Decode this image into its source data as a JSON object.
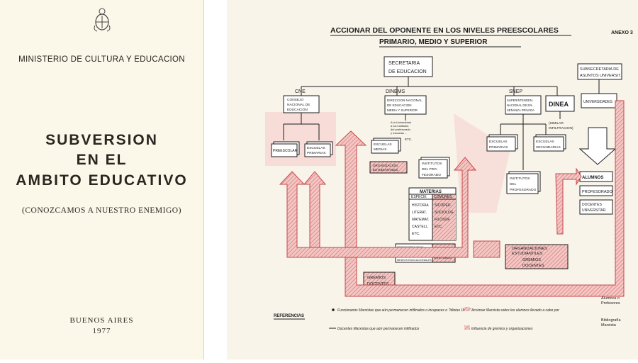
{
  "cover": {
    "ministry": "MINISTERIO DE CULTURA Y EDUCACION",
    "title_lines": [
      "SUBVERSION",
      "EN EL",
      "AMBITO EDUCATIVO"
    ],
    "subtitle": "(CONOZCAMOS A NUESTRO ENEMIGO)",
    "place": "BUENOS AIRES",
    "year": "1977"
  },
  "diagram": {
    "title": "ACCIONAR DEL OPONENTE EN LOS NIVELES PREESCOLARES",
    "subtitle": "PRIMARIO, MEDIO Y SUPERIOR",
    "annex": "ANEXO 3",
    "root": [
      "SECRETARIA",
      "DE EDUCACION"
    ],
    "sub_secretaria": [
      "SUBSECRETARIA DE",
      "ASUNTOS UNIVERSIT."
    ],
    "branches": [
      "CNE",
      "DINEMS",
      "SNEP",
      "DINEA"
    ],
    "nodes": {
      "consejo": [
        "CONSEJO",
        "NACIONAL DE",
        "EDUCACION"
      ],
      "preescolar": "PREESCOLAR",
      "escuelas_primarias": [
        "ESCUELAS",
        "PRIMARIAS"
      ],
      "direccion": [
        "DIRECCION NACIONAL",
        "DE EDUCACION",
        "MEDIA Y SUPERIOR"
      ],
      "a_univ": [
        "A la Universidad",
        "a los institutos",
        "del profesorado",
        "y escuelas ...",
        "ETC."
      ],
      "escuelas_medias": [
        "ESCUELAS",
        "MEDIAS"
      ],
      "institutos_prof": [
        "INSTITUTOS",
        "DEL PRO-",
        "FESORADO"
      ],
      "org_estudiantiles_small": [
        "ORGANIZACION",
        "ESTUDIANTILES"
      ],
      "superintendencia": [
        "SUPERINTENDEN.",
        "NACIONAL DE EN-",
        "SEÑANZA PRIVADA"
      ],
      "similar": [
        "(SIMILAR",
        "INFILTRACION)"
      ],
      "snep_primarias": [
        "ESCUELAS",
        "PRIMARIAS"
      ],
      "snep_secundarias": [
        "ESCUELAS",
        "SECUNDARIAS"
      ],
      "snep_institutos": [
        "INSTITUTOS",
        "DEL",
        "PROFESORADO"
      ],
      "universidades": "UNIVERSIDADES",
      "alumnos": "ALUMNOS",
      "profesorado": "PROFESORADO",
      "docentes_univ": [
        "DOCENTES",
        "UNIVERSITAR."
      ],
      "materias_title": "MATERIAS",
      "especie": "ESPECIE",
      "comunes": "COMUNES",
      "materias_left": [
        "HISTORIA",
        "LITERAT.",
        "MATEMAT.",
        "CASTELL.",
        "ETC."
      ],
      "materias_right": [
        "SICOPED.",
        "SOCIOLOG.",
        "FILOSOF.",
        "ETC."
      ],
      "profesores_left": [
        "PROFESORES PARA",
        "LOS NIVELES ELEM.",
        "Y/Y OTROS INTER-",
        "MEDIOS EDUCACIONALES"
      ],
      "profesores_right": [
        "PROFESO-",
        "RES PARA EL",
        "NIVEL MEDIO"
      ],
      "gremios_docentes": [
        "GREMIOS",
        "DOCENTES"
      ],
      "org_gremios_big": [
        "ORGANIZACIONES",
        "ESTUDIANTILES",
        "GREMIOS",
        "DOCENTES"
      ],
      "alumnos_profesores": [
        "Alumnos o",
        "Profesores"
      ],
      "bibliografia": [
        "Bibliografía",
        "Marxista"
      ]
    },
    "referencias": {
      "label": "REFERENCIAS",
      "items": [
        "Funcionarios Marxistas que aún permanecen infiltrados o incapaces o \"Idiotas Útiles\"",
        "Docentes Marxistas que aún permanecen infiltrados",
        "Accionar Marxista sobre los alumnos llevado a cabo por",
        "Influencia de gremios y organizaciones"
      ]
    }
  },
  "colors": {
    "paper": "#f8f4ea",
    "arrow_fill": "#f3c7c4",
    "arrow_stroke": "#c8474a",
    "ink": "#1c1c1c"
  }
}
